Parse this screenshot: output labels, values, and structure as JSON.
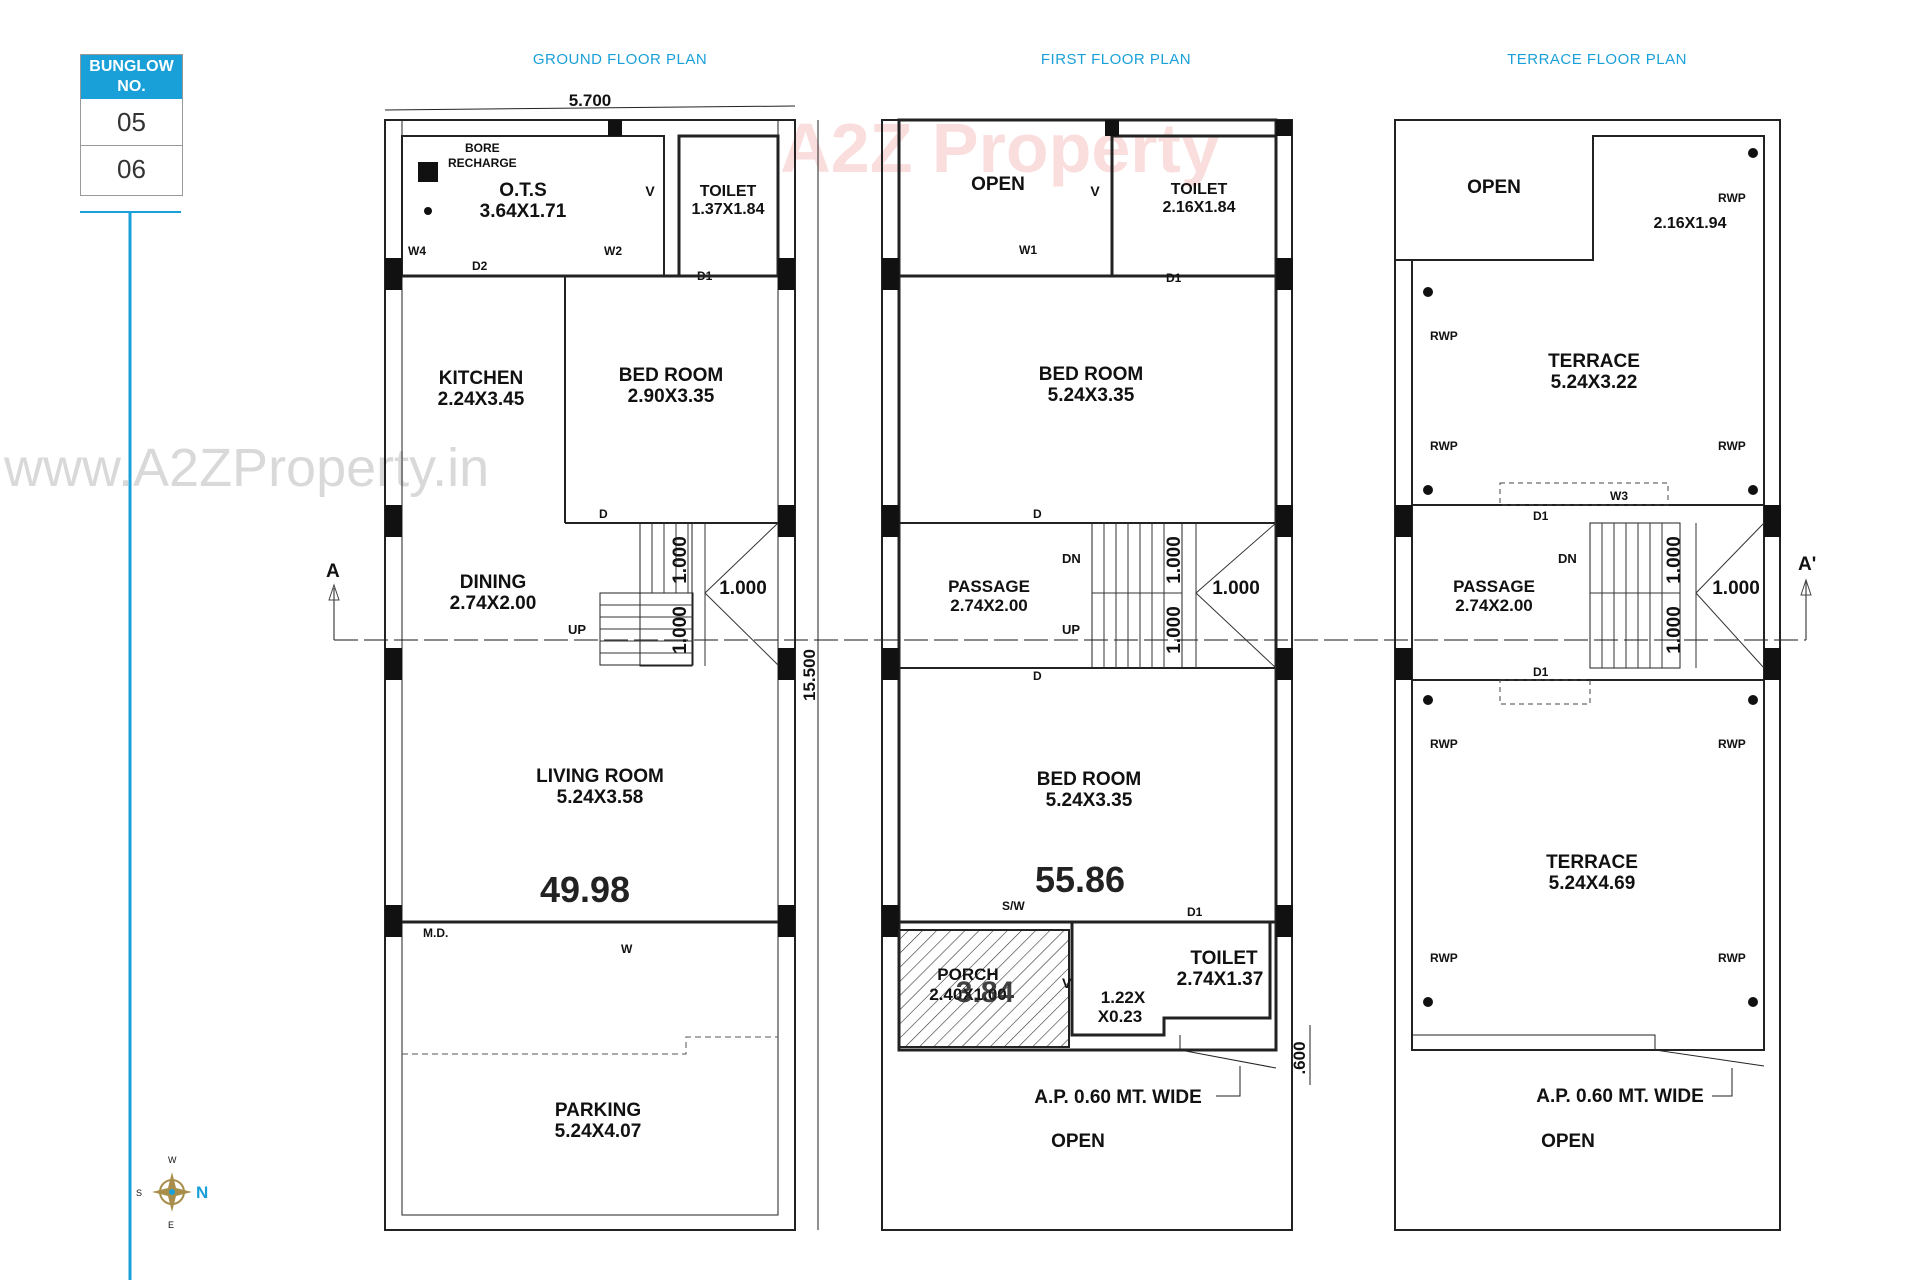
{
  "bunglow": {
    "header": "BUNGLOW NO.",
    "numbers": [
      "05",
      "06"
    ]
  },
  "watermark": {
    "logo": "A2Z Property",
    "url": "www.A2ZProperty.in"
  },
  "compass": {
    "w": "W",
    "s": "S",
    "e": "E",
    "n": "N"
  },
  "section": {
    "a": "A",
    "a_prime": "A'"
  },
  "ground": {
    "title": "GROUND FLOOR PLAN",
    "width_dim": "5.700",
    "length_dim": "15.500",
    "bore_recharge": "BORE\nRECHARGE",
    "ots": "O.T.S",
    "ots_size": "3.64X1.71",
    "toilet": "TOILET",
    "toilet_size": "1.37X1.84",
    "kitchen": "KITCHEN",
    "kitchen_size": "2.24X3.45",
    "bedroom": "BED ROOM",
    "bedroom_size": "2.90X3.35",
    "dining": "DINING",
    "dining_size": "2.74X2.00",
    "living": "LIVING ROOM",
    "living_size": "5.24X3.58",
    "parking": "PARKING",
    "parking_size": "5.24X4.07",
    "area": "49.98",
    "tags": {
      "w4": "W4",
      "d2": "D2",
      "w2": "W2",
      "v": "V",
      "d1": "D1",
      "d": "D",
      "up": "UP",
      "md": "M.D.",
      "w": "W"
    },
    "stair_dims": [
      "1.000",
      "1.000",
      "1.000"
    ]
  },
  "first": {
    "title": "FIRST FLOOR PLAN",
    "open_top": "OPEN",
    "toilet": "TOILET",
    "toilet_size": "2.16X1.84",
    "bedroom1": "BED ROOM",
    "bedroom1_size": "5.24X3.35",
    "passage": "PASSAGE",
    "passage_size": "2.74X2.00",
    "bedroom2": "BED ROOM",
    "bedroom2_size": "5.24X3.35",
    "area": "55.86",
    "porch": "PORCH",
    "porch_size": "2.40X1.00",
    "porch_area": "3.84",
    "toilet2": "TOILET",
    "toilet2_size": "2.74X1.37",
    "duct_w": "1.22X",
    "duct_h": "X0.23",
    "ap": "A.P. 0.60 MT. WIDE",
    "ap_dim": ".600",
    "open_bottom": "OPEN",
    "tags": {
      "v": "V",
      "w1": "W1",
      "d1": "D1",
      "d": "D",
      "dn": "DN",
      "up": "UP",
      "sw": "S/W",
      "v2": "V"
    },
    "stair_dims": [
      "1.000",
      "1.000",
      "1.000"
    ]
  },
  "terrace": {
    "title": "TERRACE FLOOR PLAN",
    "open_top": "OPEN",
    "top_size": "2.16X1.94",
    "terrace1": "TERRACE",
    "terrace1_size": "5.24X3.22",
    "passage": "PASSAGE",
    "passage_size": "2.74X2.00",
    "terrace2": "TERRACE",
    "terrace2_size": "5.24X4.69",
    "ap": "A.P. 0.60 MT. WIDE",
    "open_bottom": "OPEN",
    "rwp": "RWP",
    "tags": {
      "w3": "W3",
      "d1": "D1",
      "dn": "DN"
    },
    "stair_dims": [
      "1.000",
      "1.000",
      "1.000"
    ]
  }
}
